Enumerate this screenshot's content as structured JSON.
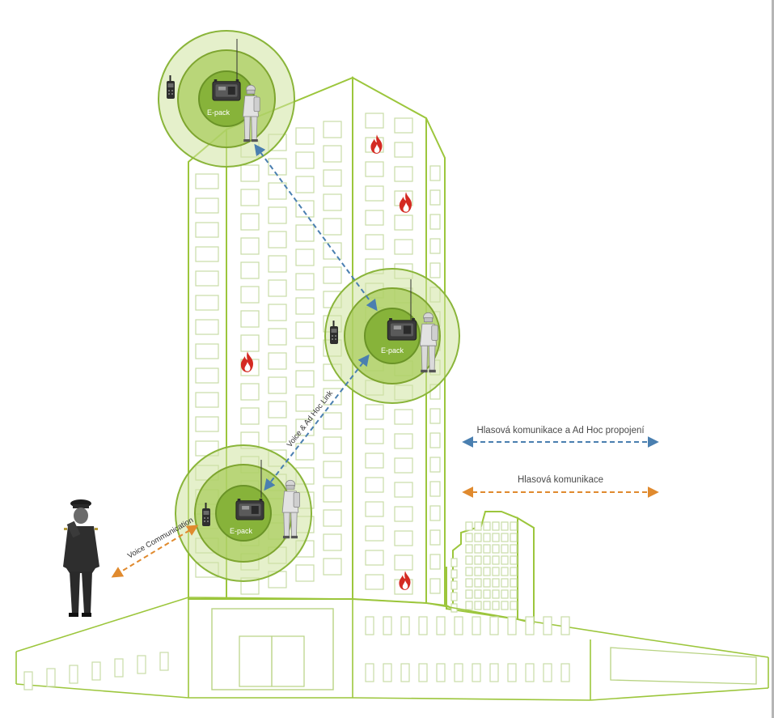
{
  "nodes": [
    {
      "label": "E-pack"
    },
    {
      "label": "E-pack"
    },
    {
      "label": "E-pack"
    }
  ],
  "links": {
    "voice_adhoc_label": "Voice & Ad Hoc Link",
    "voice_label": "Voice Communication"
  },
  "legend": {
    "voice_adhoc": "Hlasová komunikace a Ad Hoc propojení",
    "voice": "Hlasová komunikace"
  },
  "colors": {
    "voice_adhoc_arrow": "#4a7fb0",
    "voice_arrow": "#e08a2e",
    "building_outline": "#9cc63c",
    "ring_green": "#87b33a",
    "fire": "#d42a22"
  },
  "icons": [
    "radio-icon",
    "epack-device-icon",
    "firefighter-icon",
    "fire-icon",
    "officer-icon"
  ]
}
